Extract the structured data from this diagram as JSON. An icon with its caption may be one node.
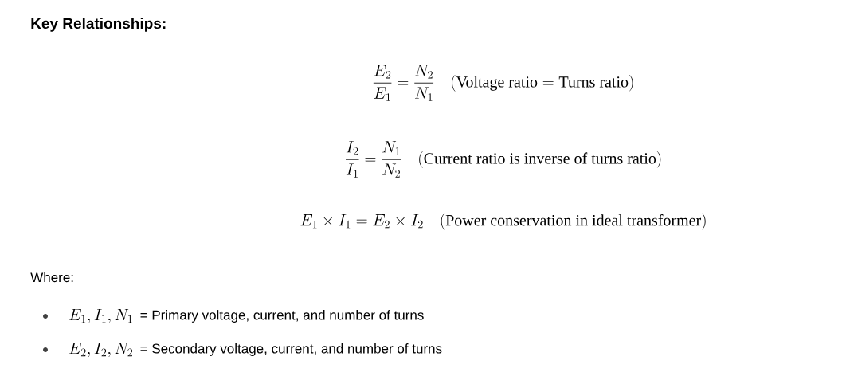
{
  "diagram": {
    "title": "Key Relationships:",
    "labels": [
      "\\frac{E_2}{E_1} = \\frac{N_2}{N_1} \\quad (\\text{Voltage ratio} = \\text{Turns ratio})",
      "\\frac{I_2}{I_1} = \\frac{N_1}{N_2} \\quad (\\text{Current ratio is inverse of turns ratio})",
      "E_1 \\times I_1 = E_2 \\times I_2 \\quad (\\text{Power conservation in ideal transformer})",
      "Where:",
      "E_1, I_1, N_1",
      "= Primary voltage, current, and number of turns",
      "E_2, I_2, N_2",
      "= Secondary voltage, current, and number of turns"
    ]
  }
}
